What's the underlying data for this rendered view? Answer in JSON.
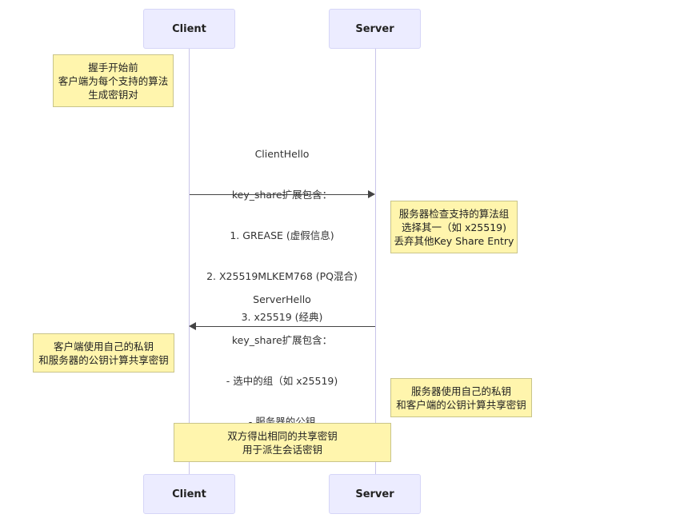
{
  "participants": {
    "client_top": "Client",
    "server_top": "Server",
    "client_bottom": "Client",
    "server_bottom": "Server"
  },
  "notes": {
    "before_handshake": [
      "握手开始前",
      "客户端为每个支持的算法",
      "生成密钥对"
    ],
    "server_check": [
      "服务器检查支持的算法组",
      "选择其一（如 x25519)",
      "丢弃其他Key Share Entry"
    ],
    "client_compute": [
      "客户端使用自己的私钥",
      "和服务器的公钥计算共享密钥"
    ],
    "server_compute": [
      "服务器使用自己的私钥",
      "和客户端的公钥计算共享密钥"
    ],
    "shared": [
      "双方得出相同的共享密钥",
      "用于派生会话密钥"
    ]
  },
  "messages": {
    "client_hello": [
      "ClientHello",
      "key_share扩展包含：",
      "1. GREASE (虚假信息)",
      "2. X25519MLKEM768 (PQ混合)",
      "3. x25519 (经典)"
    ],
    "server_hello": [
      "ServerHello",
      "key_share扩展包含：",
      "- 选中的组（如 x25519)",
      "- 服务器的公钥"
    ]
  }
}
